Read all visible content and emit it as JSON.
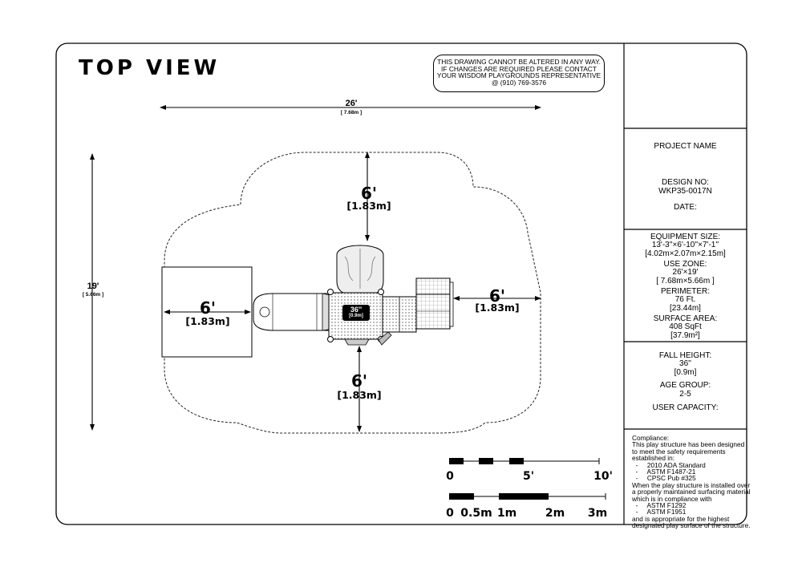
{
  "title": "TOP VIEW",
  "notice": [
    "THIS DRAWING CANNOT BE ALTERED IN ANY WAY.",
    "IF CHANGES ARE REQUIRED PLEASE CONTACT",
    "YOUR WISDOM PLAYGROUNDS REPRESENTATIVE",
    "@ (910) 769-3576"
  ],
  "dimensions": {
    "overall_width": {
      "ft": "26'",
      "m": "[ 7.68m ]"
    },
    "overall_depth": {
      "ft": "19'",
      "m": "[ 5.66m ]"
    },
    "clear_top": {
      "ft": "6'",
      "m": "[1.83m]"
    },
    "clear_bottom": {
      "ft": "6'",
      "m": "[1.83m]"
    },
    "clear_left": {
      "ft": "6'",
      "m": "[1.83m]"
    },
    "clear_right": {
      "ft": "6'",
      "m": "[1.83m]"
    },
    "deck_height": {
      "in": "36''",
      "m": "[0.9m]"
    }
  },
  "info": {
    "project_name_label": "PROJECT NAME",
    "design_no_label": "DESIGN NO:",
    "design_no_value": "WKP35-0017N",
    "date_label": "DATE:",
    "equipment_size_label": "EQUIPMENT SIZE:",
    "equipment_size_value": "13'-3''×6'-10''×7'-1''",
    "equipment_size_metric": "[4.02m×2.07m×2.15m]",
    "use_zone_label": "USE ZONE:",
    "use_zone_value": "26'×19'",
    "use_zone_metric": "[ 7.68m×5.66m ]",
    "perimeter_label": "PERIMETER:",
    "perimeter_value": "76 Ft.",
    "perimeter_metric": "[23.44m]",
    "surface_area_label": "SURFACE AREA:",
    "surface_area_value": "408 SqFt",
    "surface_area_metric": "[37.9m²]",
    "fall_height_label": "FALL HEIGHT:",
    "fall_height_value": "36''",
    "fall_height_metric": "[0.9m]",
    "age_group_label": "AGE GROUP:",
    "age_group_value": "2-5",
    "user_capacity_label": "USER CAPACITY:"
  },
  "compliance": [
    "Compliance:",
    "This play structure has been designed",
    "to meet the safety requirements",
    "established in:",
    "  -     2010 ADA Standard",
    "  -     ASTM F1487-21",
    "  -     CPSC Pub #325",
    "When the play structure is installed over",
    "a properly maintained surfacing material",
    "which is in compliance with",
    "  -     ASTM F1292",
    "  -     ASTM F1951",
    "and is appropriate for the highest",
    "designated play surface of the structure."
  ],
  "scale_ft": [
    "0",
    "5'",
    "10'"
  ],
  "scale_m": [
    "0",
    "0.5m",
    "1m",
    "2m",
    "3m"
  ]
}
